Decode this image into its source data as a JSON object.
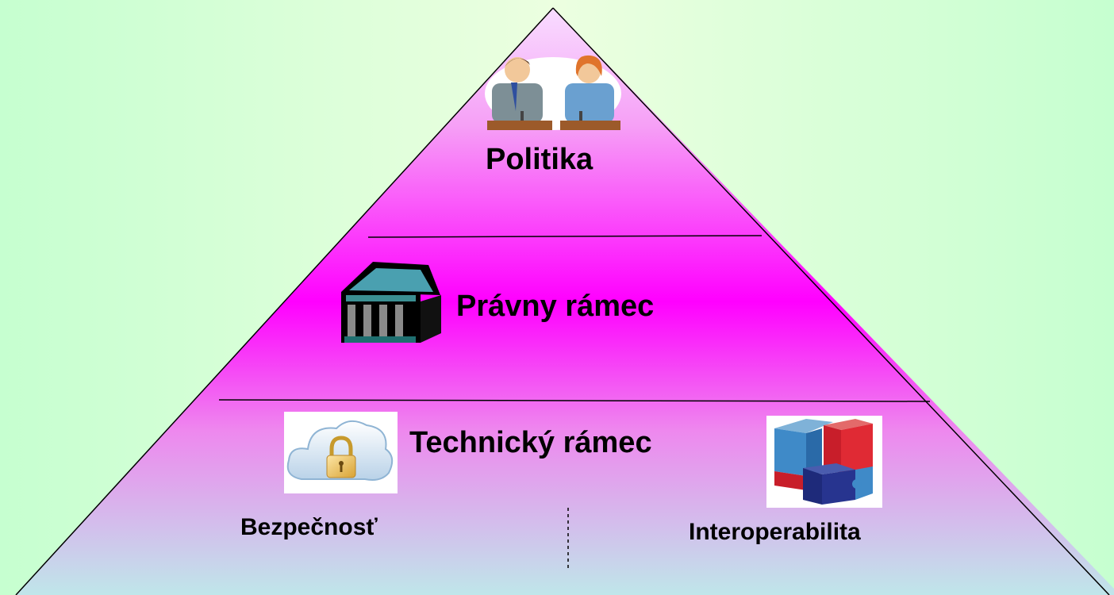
{
  "pyramid": {
    "levels": [
      {
        "label": "Politika"
      },
      {
        "label": "Právny rámec"
      },
      {
        "label": "Technický rámec"
      }
    ],
    "sub_labels": [
      {
        "label": "Bezpečnosť"
      },
      {
        "label": "Interoperabilita"
      }
    ],
    "colors": {
      "background": "#d8ffd8",
      "pyramid_top": "#f6d2ff",
      "pyramid_middle": "#ff00ff",
      "pyramid_bottom": "#bfe8ea",
      "outline": "#000000"
    },
    "icons": [
      {
        "name": "politicians-debate-icon"
      },
      {
        "name": "courthouse-icon"
      },
      {
        "name": "cloud-lock-icon"
      },
      {
        "name": "puzzle-cube-icon"
      }
    ]
  }
}
